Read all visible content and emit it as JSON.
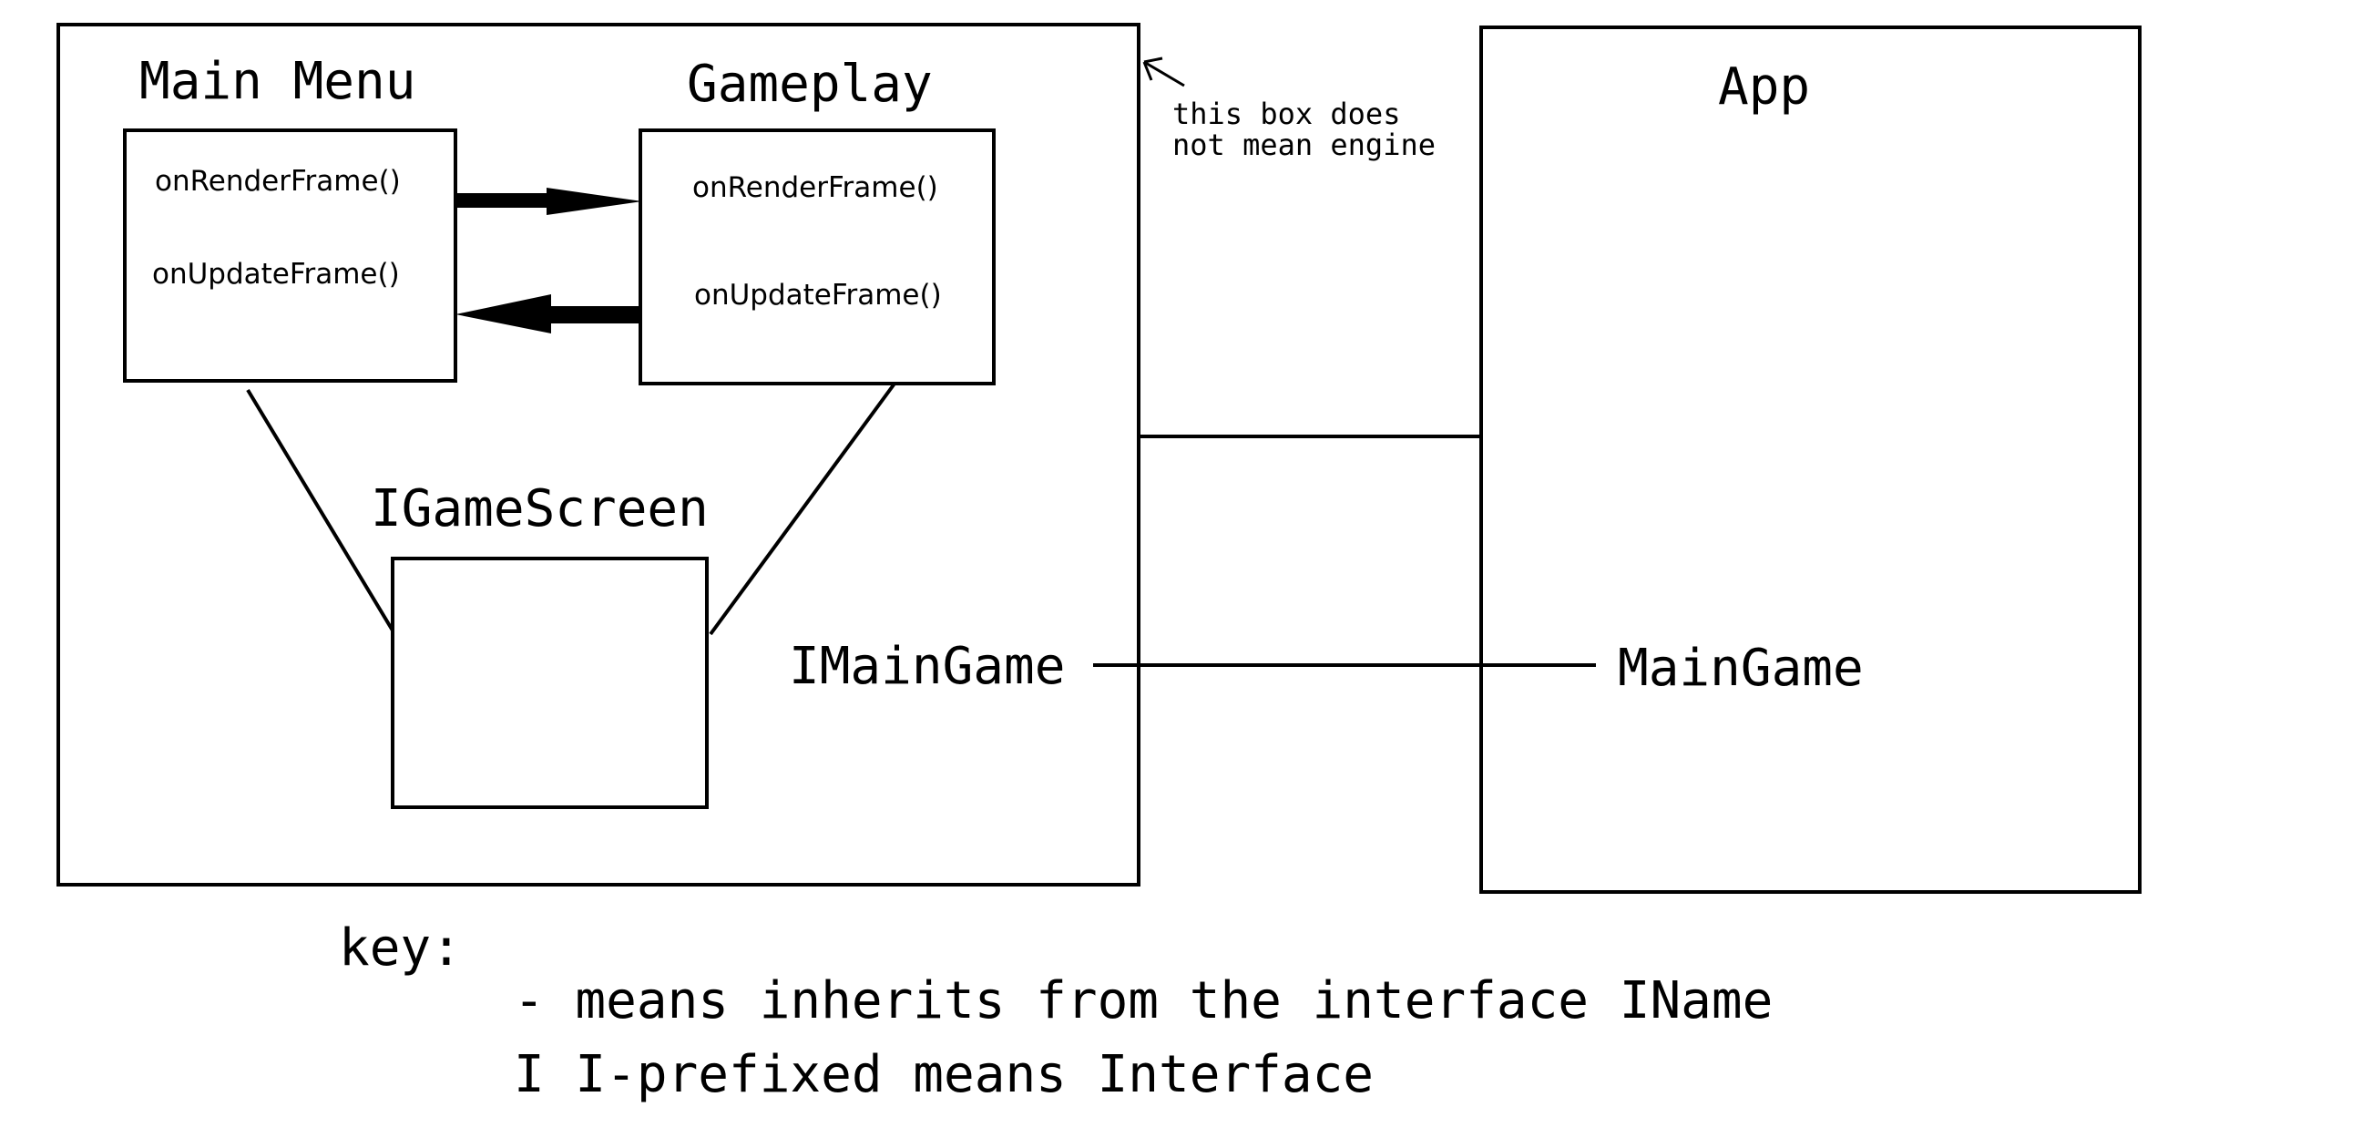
{
  "engine_note": {
    "line1": "this box does",
    "line2": "not mean engine"
  },
  "main_menu": {
    "title": "Main Menu",
    "methods": [
      "onRenderFrame()",
      "onUpdateFrame()"
    ]
  },
  "gameplay": {
    "title": "Gameplay",
    "methods": [
      "onRenderFrame()",
      "onUpdateFrame()"
    ]
  },
  "igamescreen": {
    "title": "IGameScreen"
  },
  "imaingame": {
    "label": "IMainGame"
  },
  "app": {
    "title": "App",
    "maingame_label": "MainGame"
  },
  "key": {
    "title": "key:",
    "line1": "- means inherits from the interface IName",
    "line2": "I I-prefixed means Interface"
  },
  "colors": {
    "ink": "#000000",
    "background": "#ffffff"
  }
}
